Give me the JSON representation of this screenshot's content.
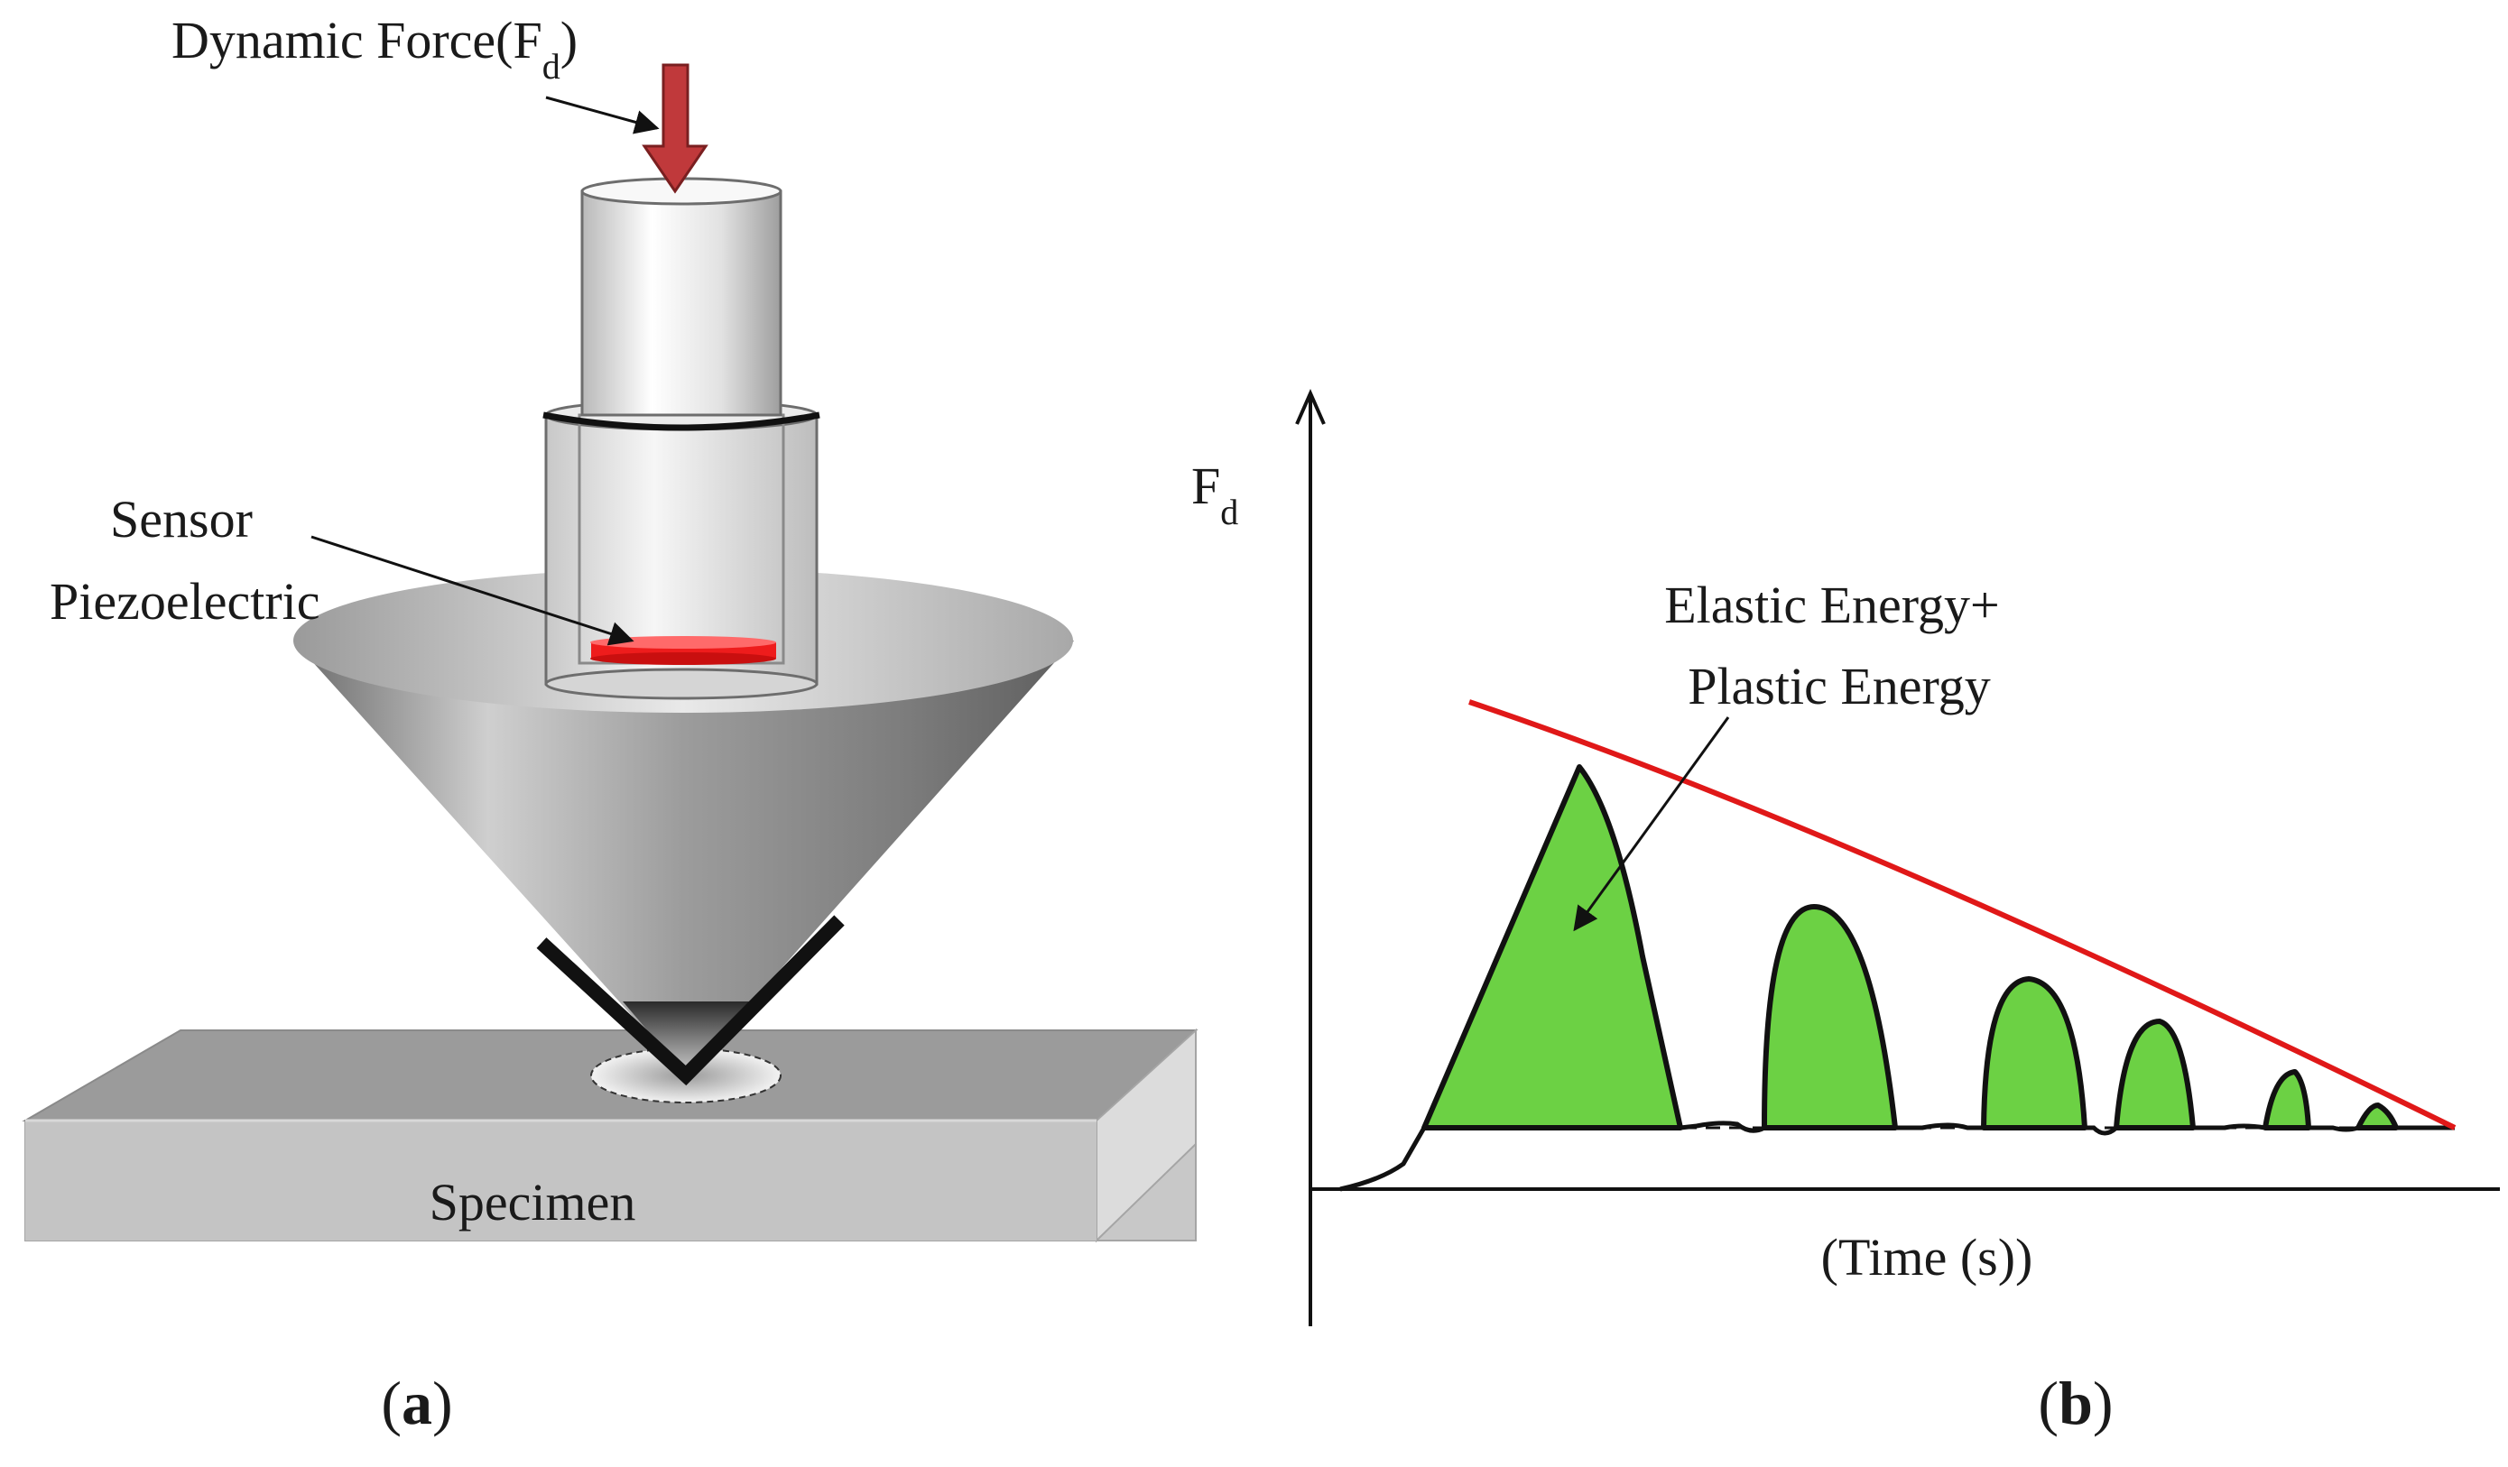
{
  "panel_a": {
    "letter_open": "(",
    "letter": "a",
    "letter_close": ")",
    "force_label_main": "Dynamic Force(F",
    "force_label_sub": "d",
    "force_label_close": ")",
    "sensor_line1": "Sensor",
    "sensor_line2": "Piezoelectric",
    "specimen_label": "Specimen"
  },
  "panel_b": {
    "letter_open": "(",
    "letter": "b",
    "letter_close": ")",
    "y_label_main": "F",
    "y_label_sub": "d",
    "x_label": "(Time (s))",
    "energy_line1": "Elastic Energy+",
    "energy_line2": "Plastic Energy"
  },
  "colors": {
    "force_arrow": "#c0393b",
    "sensor_disc": "#ee1c1c",
    "peak_fill": "#6cd144",
    "envelope": "#e01818"
  }
}
